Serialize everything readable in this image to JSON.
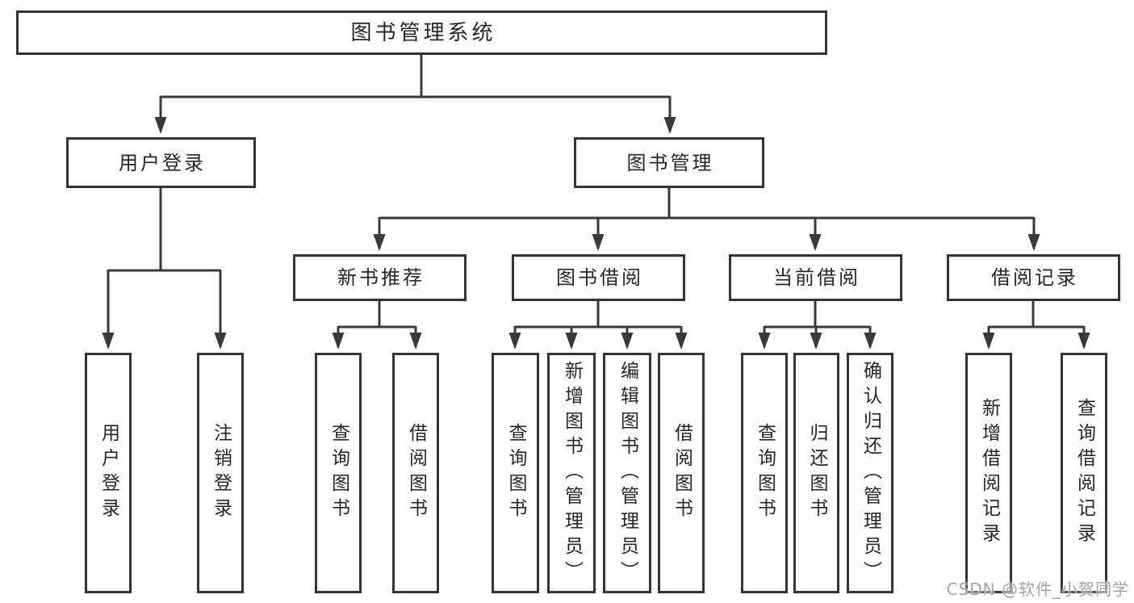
{
  "page": {
    "background": "#ffffff"
  },
  "colors": {
    "line": "#3a3a3a",
    "box_border": "#333333",
    "text": "#262626",
    "watermark": "#a3a3a3"
  },
  "watermark": "CSDN @软件_小贺同学",
  "tree": {
    "root": {
      "label": "图书管理系统"
    },
    "branches": [
      {
        "label": "用户登录",
        "children": [
          "用户登录",
          "注销登录"
        ]
      },
      {
        "label": "图书管理",
        "children": [
          {
            "label": "新书推荐",
            "children": [
              "查询图书",
              "借阅图书"
            ]
          },
          {
            "label": "图书借阅",
            "children": [
              "查询图书",
              "新增图书（管理员）",
              "编辑图书（管理员）",
              "借阅图书"
            ]
          },
          {
            "label": "当前借阅",
            "children": [
              "查询图书",
              "归还图书",
              "确认归还（管理员）"
            ]
          },
          {
            "label": "借阅记录",
            "children": [
              "新增借阅记录",
              "查询借阅记录"
            ]
          }
        ]
      }
    ]
  }
}
